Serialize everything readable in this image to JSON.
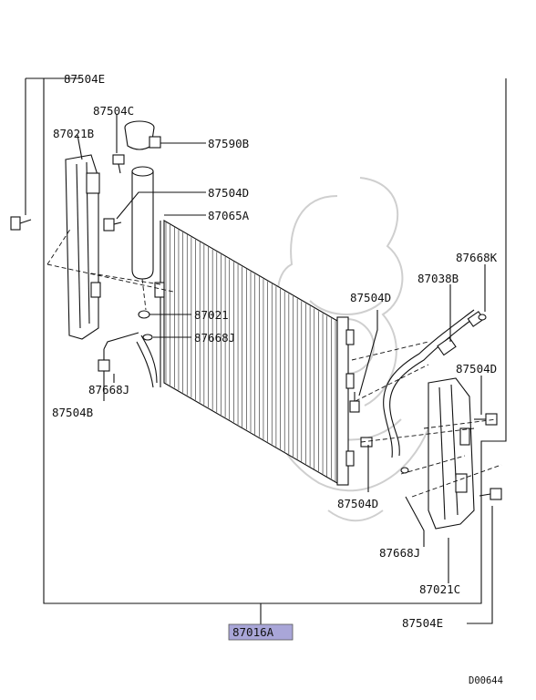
{
  "labels": {
    "p87504E_top": "87504E",
    "p87504C": "87504C",
    "p87021B": "87021B",
    "p87590B": "87590B",
    "p87504D_a": "87504D",
    "p87065A": "87065A",
    "p87668K": "87668K",
    "p87038B": "87038B",
    "p87504D_b": "87504D",
    "p87021": "87021",
    "p87668J_a": "87668J",
    "p87504D_c": "87504D",
    "p87668J_b": "87668J",
    "p87504B": "87504B",
    "p87504D_d": "87504D",
    "p87668J_c": "87668J",
    "p87021C": "87021C",
    "p87504E_bottom": "87504E",
    "assembly": "87016A",
    "diagram_code": "D00644"
  },
  "colors": {
    "assembly_highlight": "#a9a6d8",
    "line": "#111111",
    "watermark": "#cfcfcf"
  }
}
